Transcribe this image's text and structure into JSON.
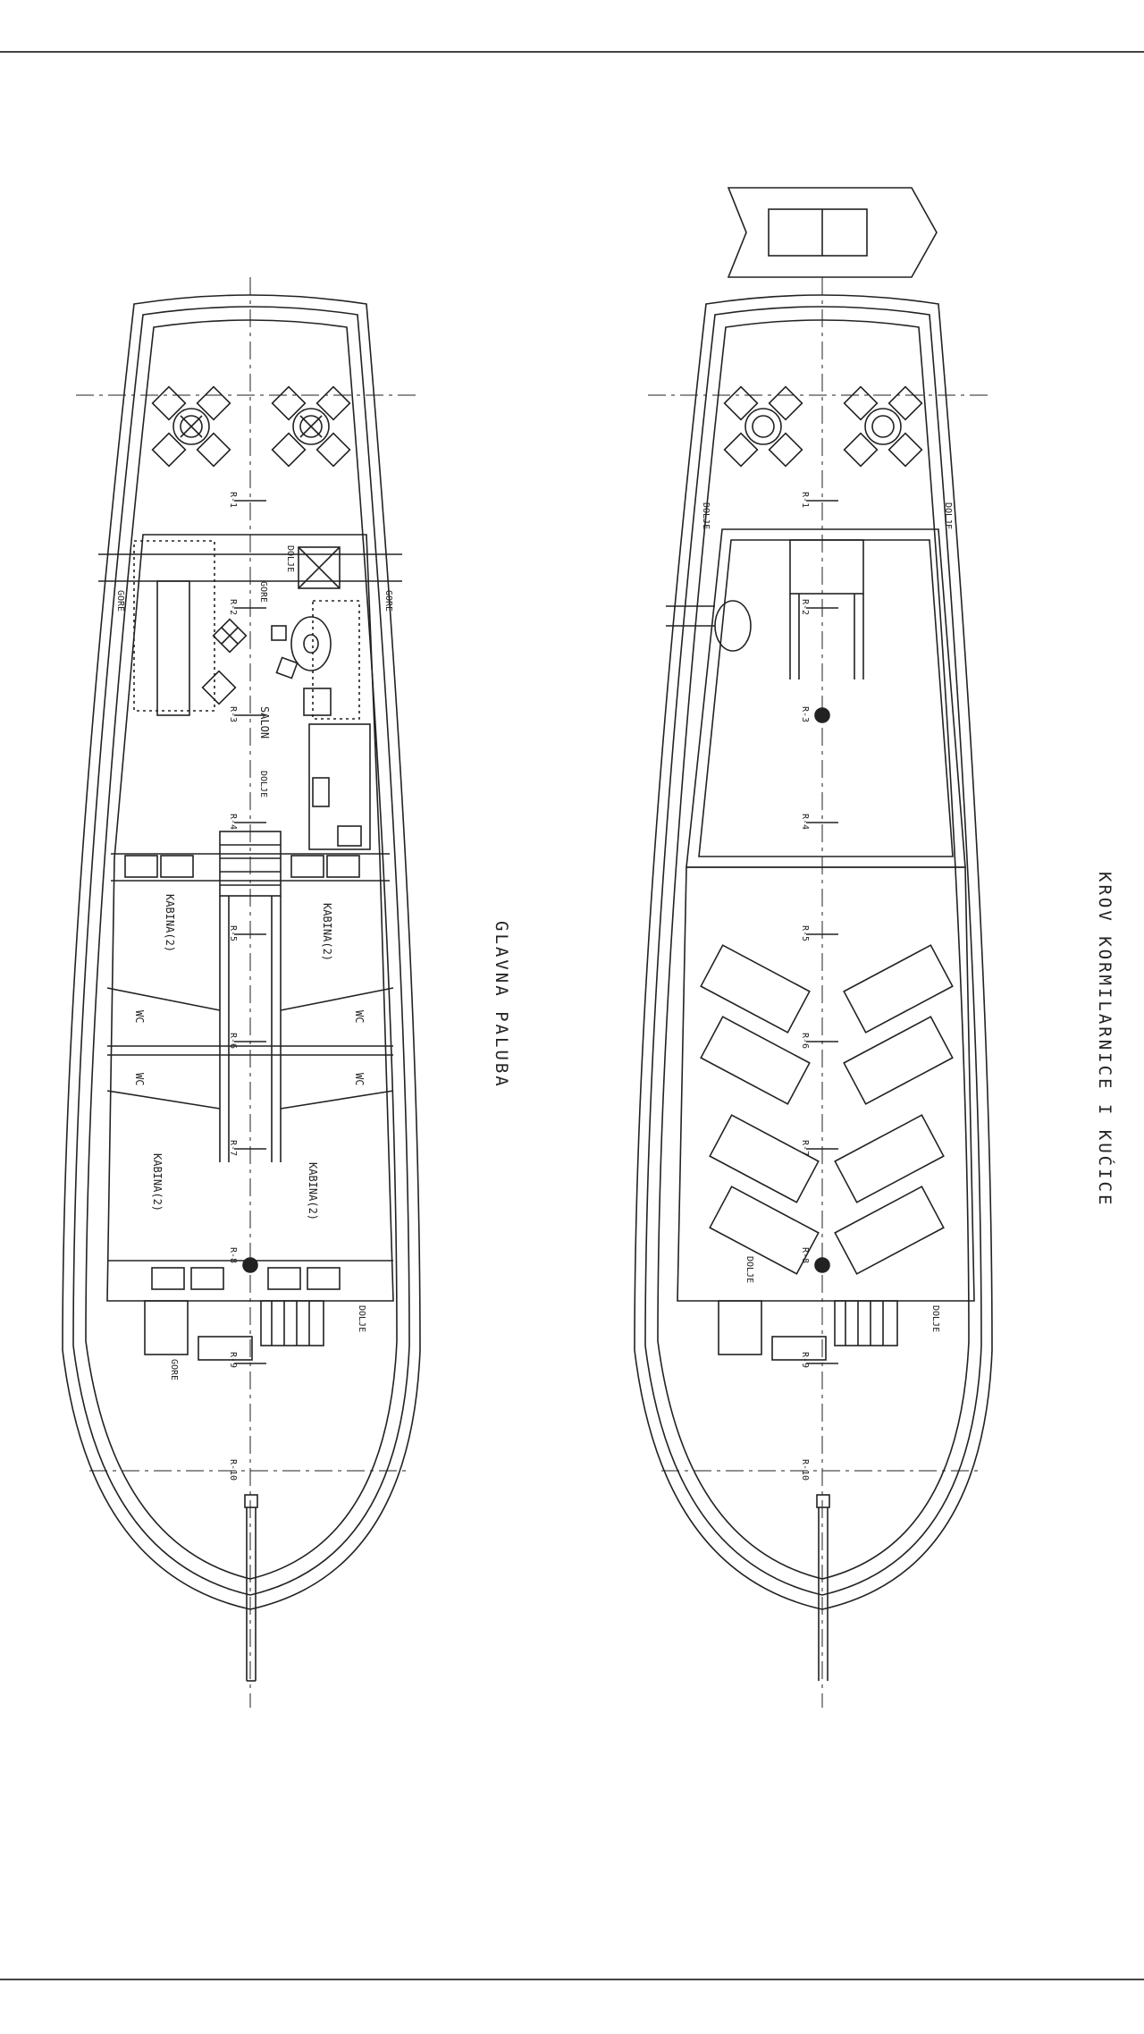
{
  "colors": {
    "ink": "#222222",
    "paper": "#ffffff",
    "rule": "#444444"
  },
  "titles": {
    "main_deck": "GLAVNA PALUBA",
    "roof_deck": "KROV KORMILARNICE I KUĆICE"
  },
  "main_deck": {
    "labels": {
      "salon": "SALON",
      "dolje": "DOLJE",
      "gore": "GORE",
      "kabina": "KABINA(2)",
      "wc": "WC"
    }
  },
  "roof_deck": {
    "labels": {
      "dolje": "DOLJE"
    }
  },
  "frames": [
    "R-1",
    "R-2",
    "R-3",
    "R-4",
    "R-5",
    "R-6",
    "R-7",
    "R-8",
    "R-9",
    "R-10"
  ]
}
